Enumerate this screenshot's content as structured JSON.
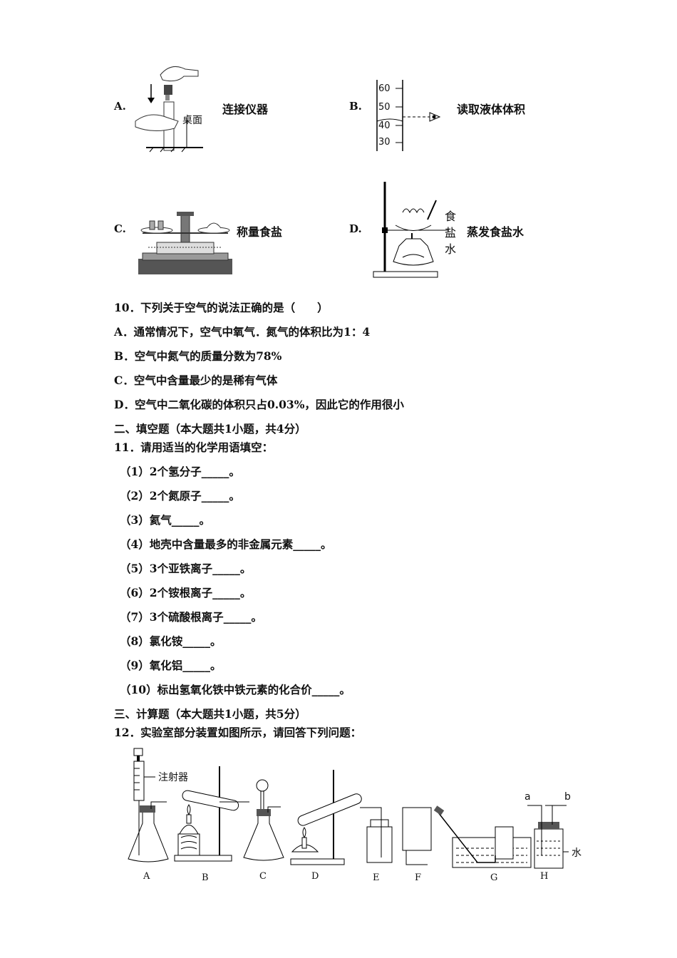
{
  "options_q9": [
    {
      "letter": "A.",
      "caption": "连接仪器",
      "inner": "桌面"
    },
    {
      "letter": "B.",
      "caption": "读取液体体积",
      "ticks": [
        "60",
        "50",
        "40",
        "30"
      ]
    },
    {
      "letter": "C.",
      "caption": "称量食盐"
    },
    {
      "letter": "D.",
      "caption": "蒸发食盐水",
      "side_label": [
        "食",
        "盐",
        "水"
      ]
    }
  ],
  "q10": {
    "stem": "10．下列关于空气的说法正确的是（　　）",
    "options": [
      "A．通常情况下，空气中氧气．氮气的体积比为1：4",
      "B．空气中氮气的质量分数为78%",
      "C．空气中含量最少的是稀有气体",
      "D．空气中二氧化碳的体积只占0.03%，因此它的作用很小"
    ]
  },
  "section2": "二、填空题（本大题共1小题，共4分）",
  "q11": {
    "stem": "11．请用适当的化学用语填空：",
    "items": [
      "（1）2个氢分子_____。",
      "（2）2个氮原子_____。",
      "（3）氦气_____。",
      "（4）地壳中含量最多的非金属元素_____。",
      "（5）3个亚铁离子_____。",
      "（6）2个铵根离子_____。",
      "（7）3个硫酸根离子_____。",
      "（8）氯化铵_____。",
      "（9）氧化铝_____。",
      "（10）标出氢氧化铁中铁元素的化合价_____。"
    ]
  },
  "section3": "三、计算题（本大题共1小题，共5分）",
  "q12": {
    "stem": "12．实验室部分装置如图所示，请回答下列问题：",
    "syringe_label": "注射器",
    "water_label": "水",
    "port_a": "a",
    "port_b": "b",
    "apparatus_labels": [
      "A",
      "B",
      "C",
      "D",
      "E",
      "F",
      "G",
      "H"
    ]
  }
}
